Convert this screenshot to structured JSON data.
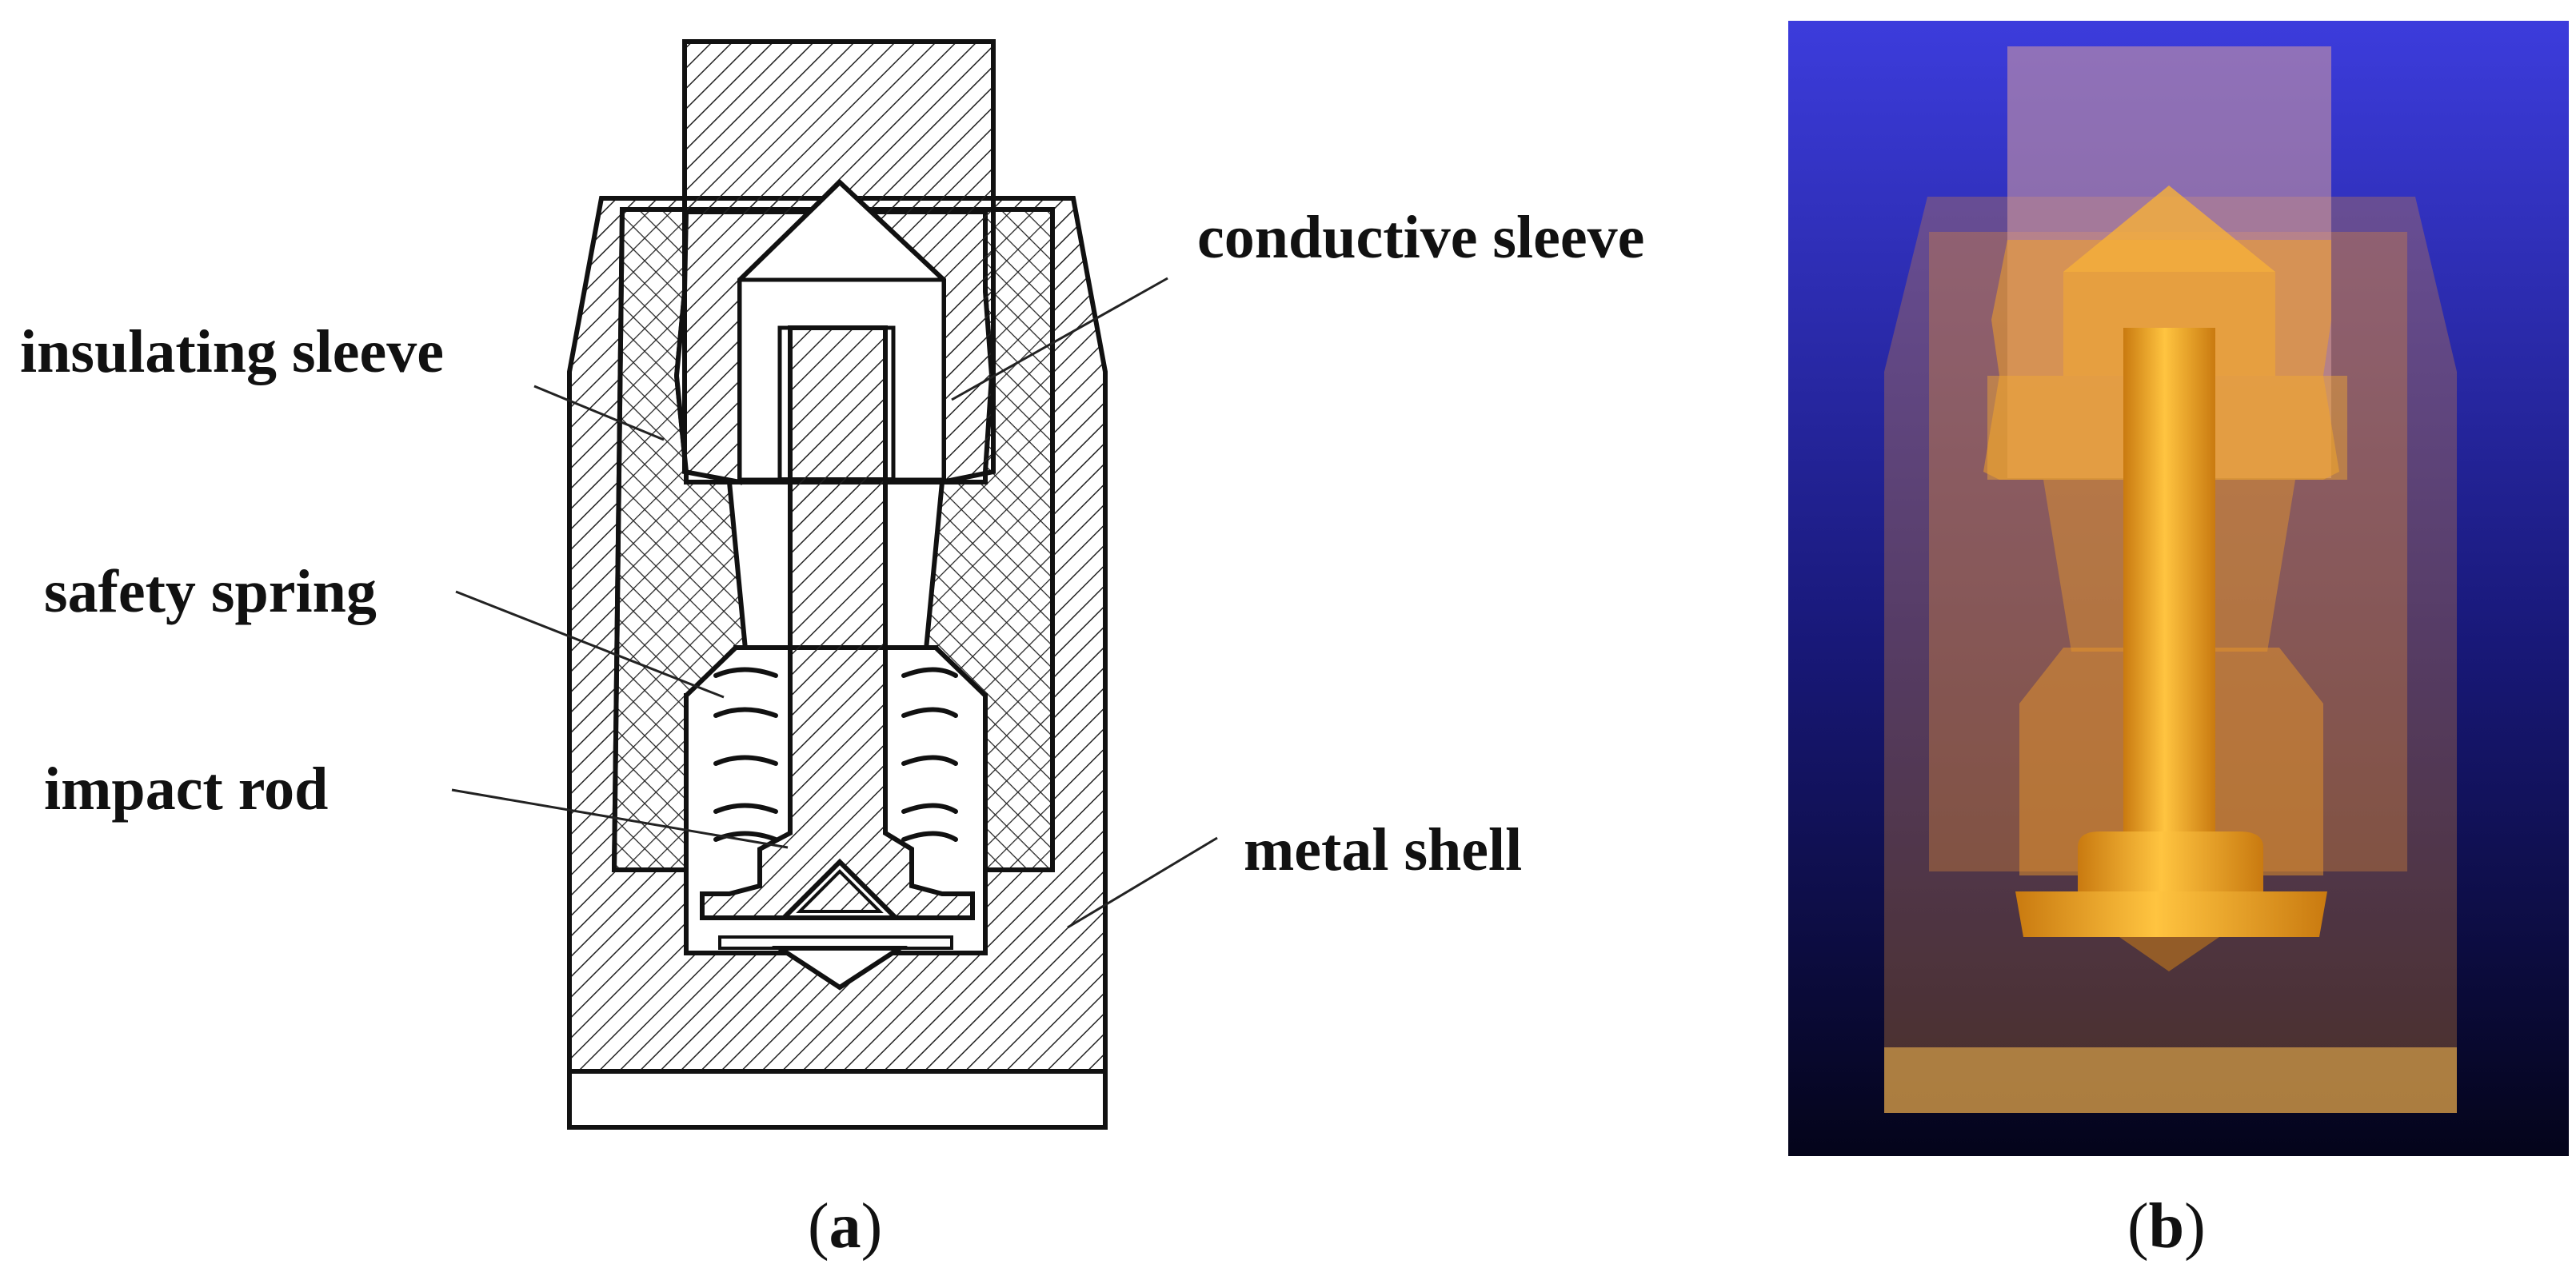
{
  "labels": {
    "conductive_sleeve": "conductive sleeve",
    "insulating_sleeve": "insulating sleeve",
    "safety_spring": "safety spring",
    "impact_rod": "impact rod",
    "metal_shell": "metal shell"
  },
  "captions": {
    "a": "(a)",
    "b": "(b)",
    "a_letter": "a",
    "b_letter": "b"
  },
  "colors": {
    "line": "#111111",
    "render_bg_top": "#3a3ad8",
    "render_bg_bottom": "#05051e",
    "part_gold": "#f5a623"
  }
}
